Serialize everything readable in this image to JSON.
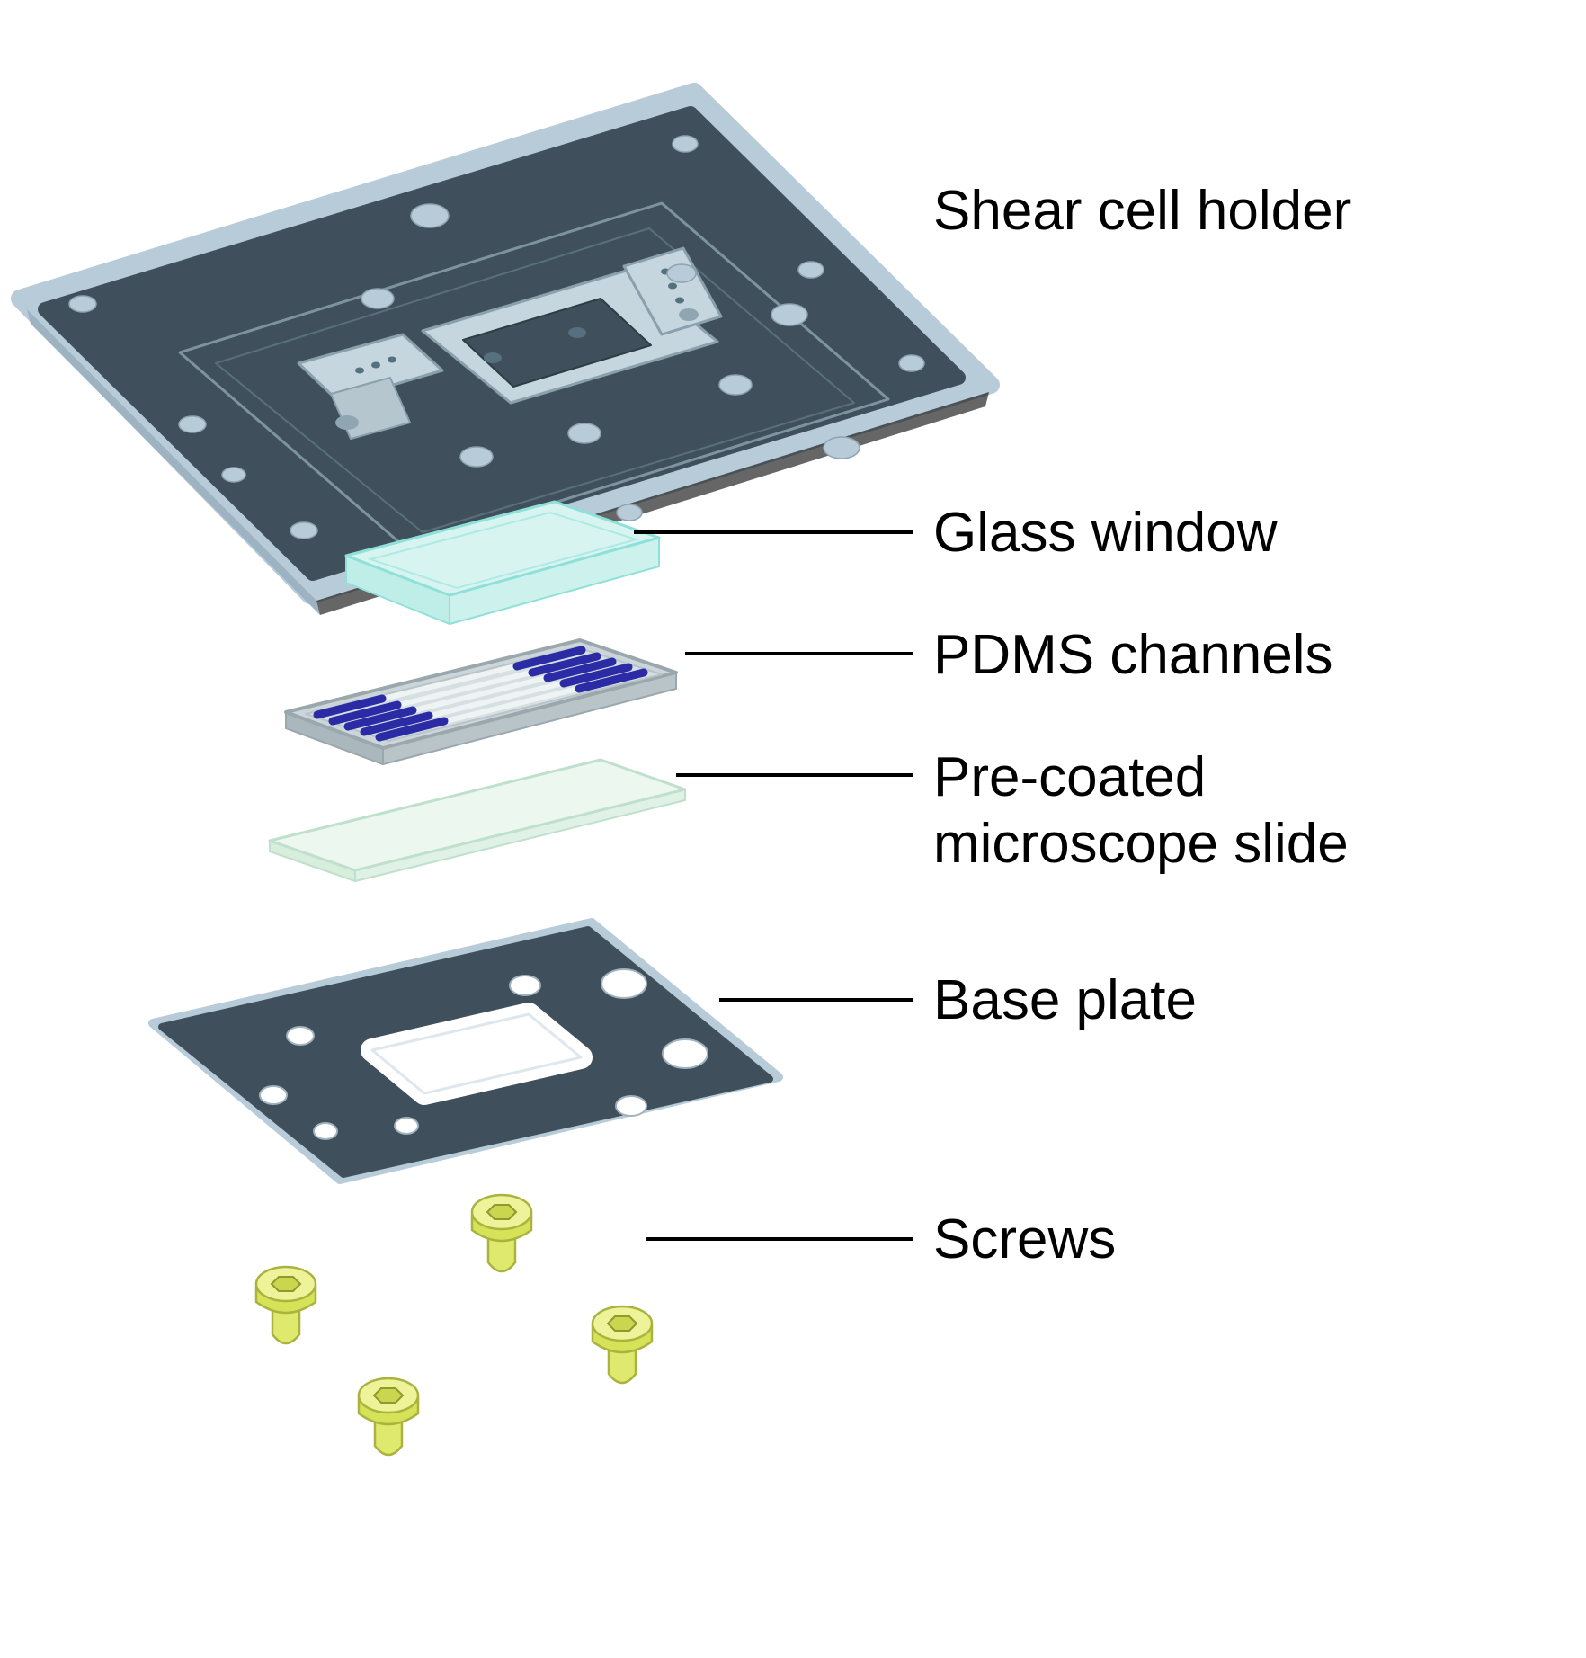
{
  "figure": {
    "type": "exploded-assembly-diagram",
    "labels": {
      "shear_cell_holder": "Shear cell holder",
      "glass_window": "Glass window",
      "pdms_channels": "PDMS channels",
      "precoated_slide_line1": "Pre-coated",
      "precoated_slide_line2": "microscope slide",
      "base_plate": "Base plate",
      "screws": "Screws"
    },
    "colors": {
      "holder_top": "#3f505c",
      "holder_edge": "#b7cbd8",
      "glass_window_fill": "#d8f4f1",
      "glass_window_edge": "#8fe0d8",
      "pdms_fill": "#ccd6da",
      "channel_blue": "#2b2ba6",
      "slide_fill": "#ecf7ef",
      "base_plate_fill": "#3f505c",
      "screw_yellow": "#e8f07e",
      "background": "#ffffff"
    }
  }
}
